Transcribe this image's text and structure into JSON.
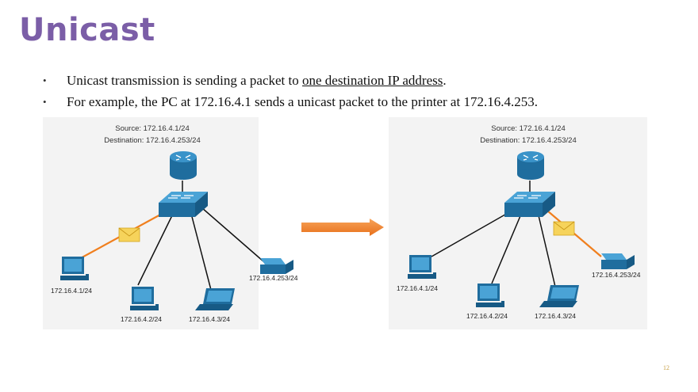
{
  "title": "Unicast",
  "bullets": [
    {
      "pre": "Unicast transmission is sending a packet to ",
      "underlined": "one destination IP address",
      "post": "."
    },
    {
      "pre": "For example, the PC at 172.16.4.1 sends a unicast packet to the printer at 172.16.4.253.",
      "underlined": "",
      "post": ""
    }
  ],
  "diagram_left": {
    "source": "Source: 172.16.4.1/24",
    "destination": "Destination: 172.16.4.253/24",
    "hosts": [
      "172.16.4.1/24",
      "172.16.4.2/24",
      "172.16.4.3/24",
      "172.16.4.253/24"
    ]
  },
  "diagram_right": {
    "source": "Source: 172.16.4.1/24",
    "destination": "Destination: 172.16.4.253/24",
    "hosts": [
      "172.16.4.1/24",
      "172.16.4.2/24",
      "172.16.4.3/24",
      "172.16.4.253/24"
    ]
  },
  "page_number": "12",
  "colors": {
    "title": "#7b5ea7",
    "device": "#2b7bb0",
    "packet_path": "#f07f1e",
    "envelope": "#f6d35b"
  }
}
